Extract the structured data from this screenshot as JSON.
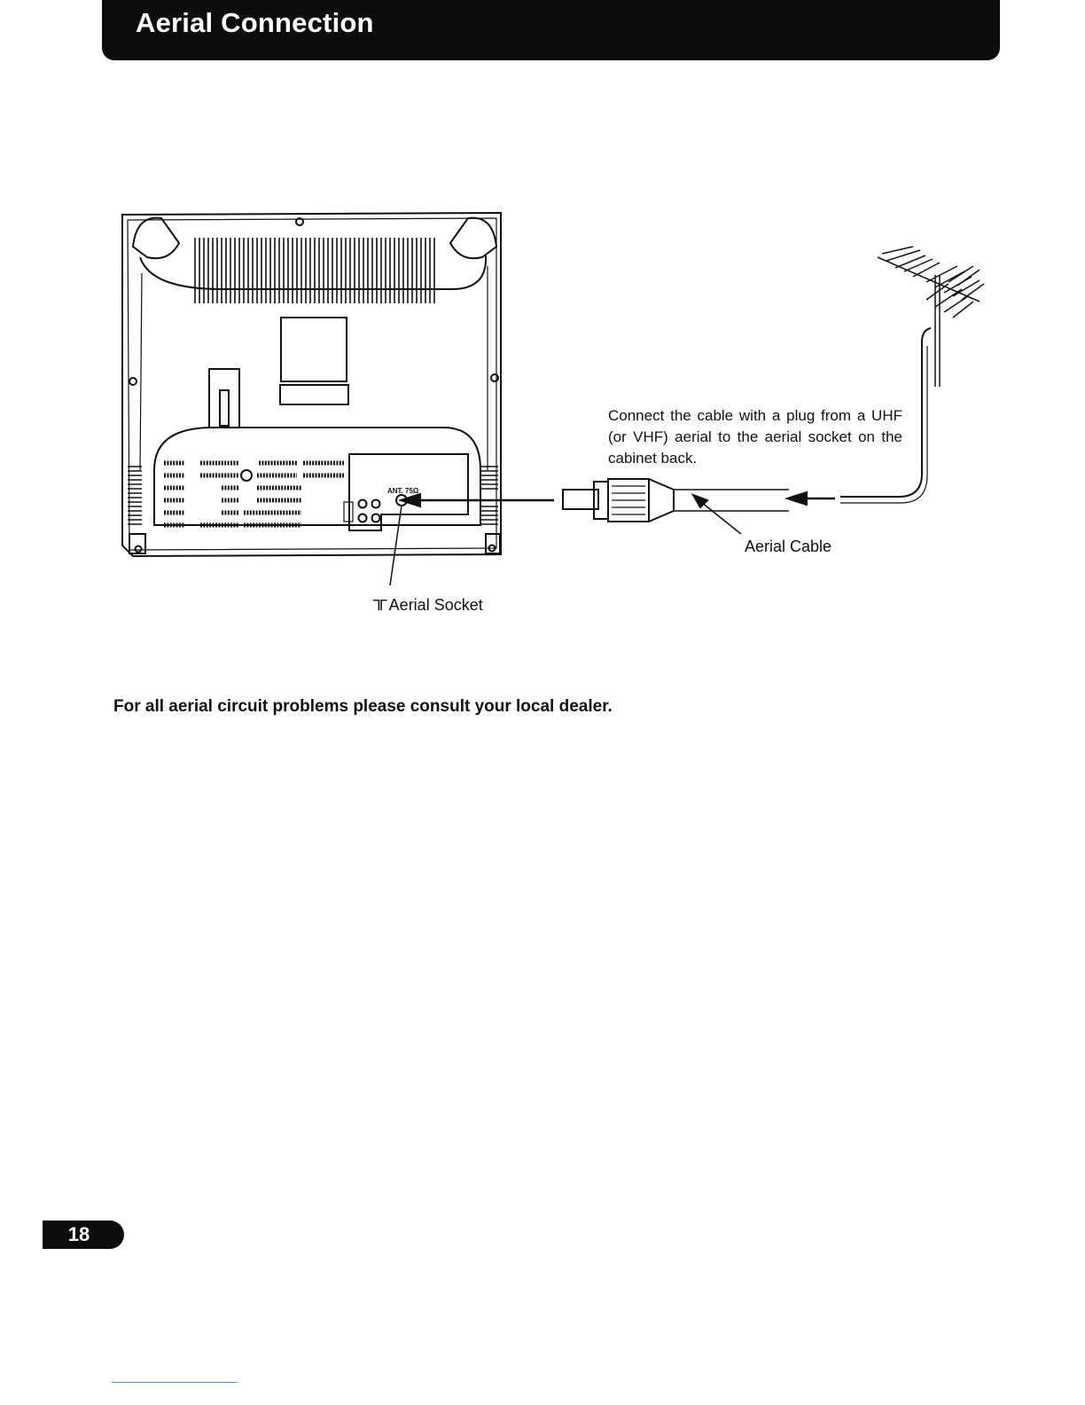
{
  "header": {
    "title": "Aerial Connection"
  },
  "figure": {
    "instruction": "Connect the cable with a plug from a UHF (or VHF) aerial to the aerial socket on the cabinet back.",
    "cable_label": "Aerial Cable",
    "socket_symbol": "ᒣᒥ",
    "socket_label": "Aerial Socket",
    "port_label": "ANT. 75Ω"
  },
  "note": "For all aerial circuit problems please consult your local dealer.",
  "page_number": "18"
}
